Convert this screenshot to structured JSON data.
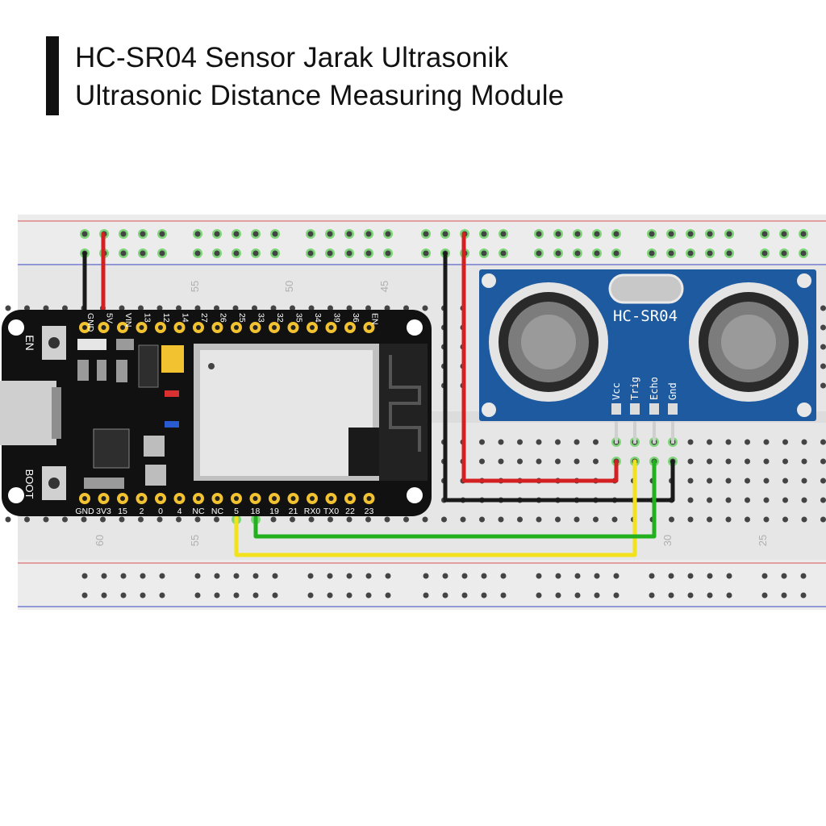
{
  "title": {
    "line1": "HC-SR04 Sensor Jarak Ultrasonik",
    "line2": "Ultrasonic Distance Measuring Module"
  },
  "breadboard": {
    "top_numbers": [
      "55",
      "50",
      "45"
    ],
    "bottom_numbers": [
      "60",
      "55",
      "30",
      "25"
    ]
  },
  "esp32": {
    "button_en": "EN",
    "button_boot": "BOOT",
    "top_pins": [
      "GND",
      "5V",
      "VIN",
      "13",
      "12",
      "14",
      "27",
      "26",
      "25",
      "33",
      "32",
      "35",
      "34",
      "39",
      "36",
      "EN"
    ],
    "bottom_pins": [
      "GND",
      "3V3",
      "15",
      "2",
      "0",
      "4",
      "NC",
      "NC",
      "5",
      "18",
      "19",
      "21",
      "RX0",
      "TX0",
      "22",
      "23"
    ]
  },
  "sensor": {
    "label": "HC-SR04",
    "pins": [
      "Vcc",
      "Trig",
      "Echo",
      "Gnd"
    ]
  },
  "colors": {
    "wire_red": "#d42020",
    "wire_black": "#1a1a1a",
    "wire_green": "#22b01e",
    "wire_yellow": "#f2e21c",
    "sensor_board": "#1e5aa0",
    "esp_board": "#111111"
  }
}
